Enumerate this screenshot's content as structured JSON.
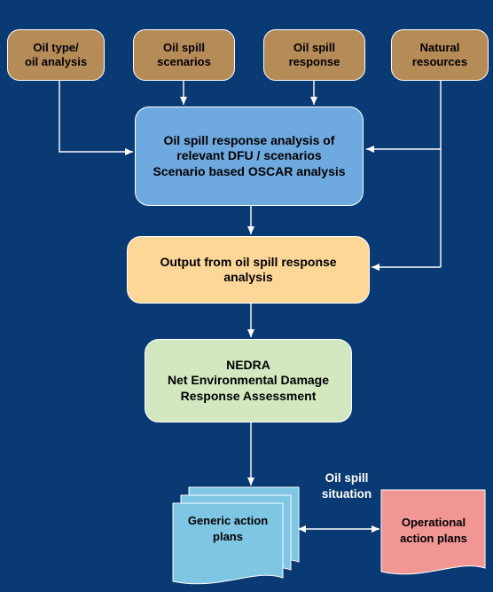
{
  "inputs": {
    "oil_type": "Oil type/\noil analysis",
    "scenarios": "Oil spill\nscenarios",
    "response": "Oil spill\nresponse",
    "natural_resources": "Natural\nresources"
  },
  "analysis": "Oil spill response analysis of\nrelevant DFU / scenarios\nScenario based OSCAR  analysis",
  "output": "Output from oil spill response\nanalysis",
  "nedra": "NEDRA\nNet Environmental Damage\nResponse Assessment",
  "situation": "Oil spill\nsituation",
  "generic_plans": "Generic action\nplans",
  "operational_plans": "Operational\naction plans",
  "colors": {
    "background": "#0a3a73",
    "input_box": "#b58b57",
    "analysis_box": "#6ea9df",
    "output_box": "#fdd798",
    "nedra_box": "#d3e8c0",
    "generic_doc": "#7ec6e3",
    "operational_doc": "#f29595",
    "connector": "#ffffff"
  }
}
